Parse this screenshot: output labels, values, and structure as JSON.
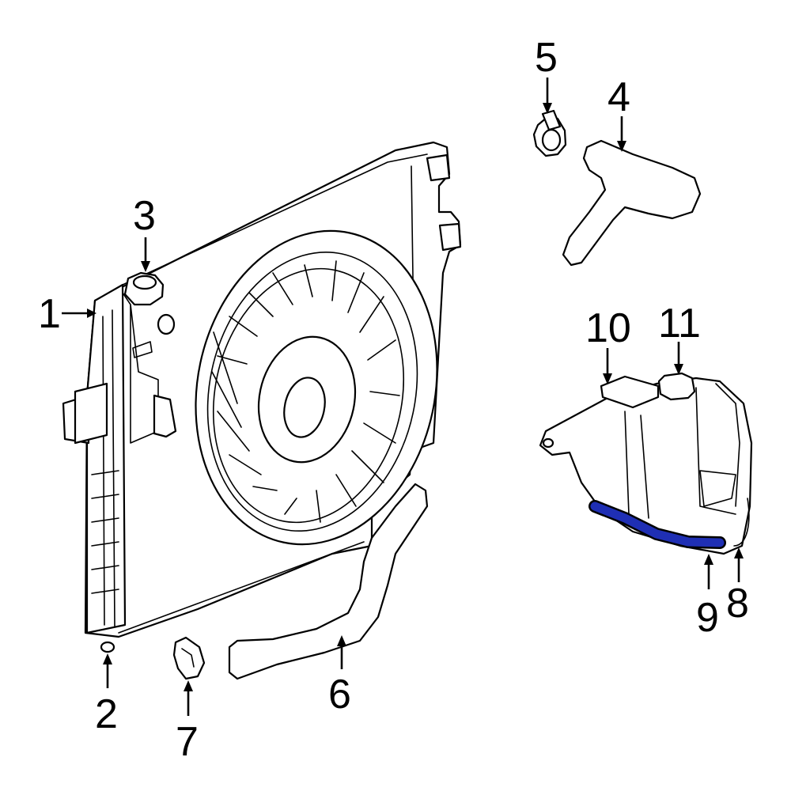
{
  "callouts": [
    {
      "id": "1",
      "label": "1"
    },
    {
      "id": "2",
      "label": "2"
    },
    {
      "id": "3",
      "label": "3"
    },
    {
      "id": "4",
      "label": "4"
    },
    {
      "id": "5",
      "label": "5"
    },
    {
      "id": "6",
      "label": "6"
    },
    {
      "id": "7",
      "label": "7"
    },
    {
      "id": "8",
      "label": "8"
    },
    {
      "id": "9",
      "label": "9"
    },
    {
      "id": "10",
      "label": "10"
    },
    {
      "id": "11",
      "label": "11"
    }
  ],
  "colors": {
    "line": "#000000",
    "background": "#ffffff",
    "highlight": "#1f2fb4"
  }
}
